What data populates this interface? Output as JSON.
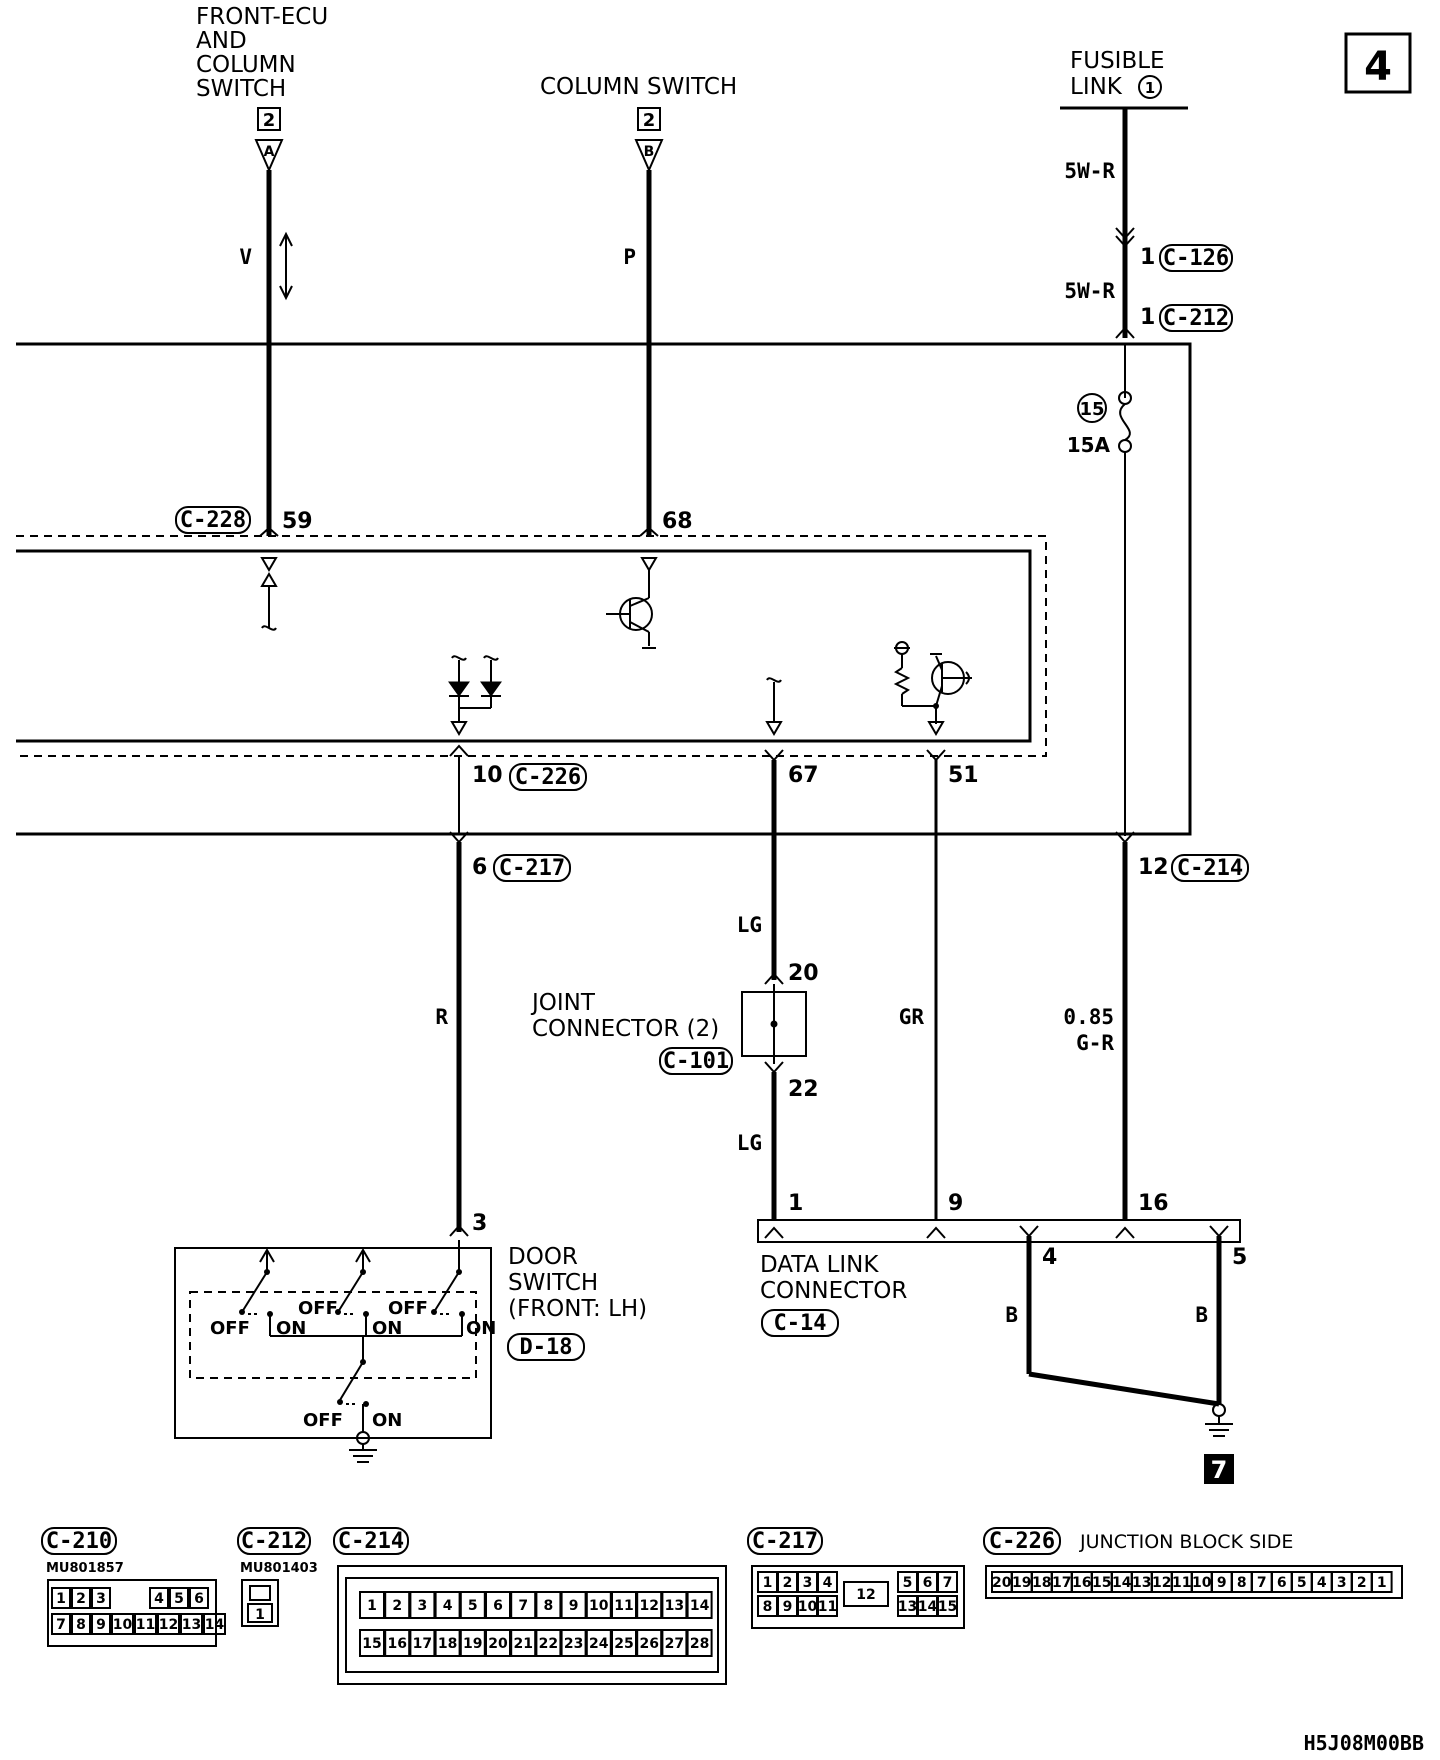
{
  "page_number": "4",
  "figure_code": "H5J08M00BB",
  "components": {
    "front_ecu": "FRONT-ECU\nAND\nCOLUMN\nSWITCH",
    "column_switch": "COLUMN SWITCH",
    "fusible_link": "FUSIBLE\nLINK",
    "fusible_link_num": "1",
    "joint_connector": "JOINT\nCONNECTOR (2)",
    "door_switch": "DOOR\nSWITCH\n(FRONT: LH)",
    "data_link": "DATA LINK\nCONNECTOR",
    "junction_block_side": "JUNCTION BLOCK SIDE"
  },
  "ref_badges": {
    "a_num": "2",
    "a_letter": "A",
    "b_num": "2",
    "b_letter": "B",
    "ground": "7"
  },
  "wires": {
    "v": "V",
    "p": "P",
    "w5r_top": "5W-R",
    "w5r_mid": "5W-R",
    "r": "R",
    "lg_top": "LG",
    "lg_bot": "LG",
    "gr": "GR",
    "gr_size": "0.85",
    "gr_color": "G-R",
    "b_left": "B",
    "b_right": "B"
  },
  "fuse": {
    "num": "15",
    "rating": "15A"
  },
  "connectors": {
    "c126": "C-126",
    "c212": "C-212",
    "c228": "C-228",
    "c226": "C-226",
    "c217": "C-217",
    "c214": "C-214",
    "c101": "C-101",
    "c14": "C-14",
    "d18": "D-18"
  },
  "pins": {
    "c126": "1",
    "c212": "1",
    "p59": "59",
    "p68": "68",
    "p10": "10",
    "p67": "67",
    "p51": "51",
    "p6": "6",
    "p12": "12",
    "p20": "20",
    "p22": "22",
    "p3": "3",
    "dl1": "1",
    "dl9": "9",
    "dl16": "16",
    "dl4": "4",
    "dl5": "5"
  },
  "switch_states": {
    "off": "OFF",
    "on": "ON"
  },
  "legend": {
    "c210": {
      "title": "C-210",
      "part": "MU801857",
      "row1": [
        "1",
        "2",
        "3",
        "",
        "4",
        "5",
        "6"
      ],
      "row2": [
        "7",
        "8",
        "9",
        "10",
        "11",
        "12",
        "13",
        "14"
      ]
    },
    "c212": {
      "title": "C-212",
      "part": "MU801403",
      "pin": "1"
    },
    "c214": {
      "title": "C-214",
      "row1": [
        "1",
        "2",
        "3",
        "4",
        "5",
        "6",
        "7",
        "8",
        "9",
        "10",
        "11",
        "12",
        "13",
        "14"
      ],
      "row2": [
        "15",
        "16",
        "17",
        "18",
        "19",
        "20",
        "21",
        "22",
        "23",
        "24",
        "25",
        "26",
        "27",
        "28"
      ]
    },
    "c217": {
      "title": "C-217",
      "row1": [
        "1",
        "2",
        "3",
        "4",
        "5",
        "6",
        "7"
      ],
      "row2": [
        "8",
        "9",
        "10",
        "11",
        "13",
        "14",
        "15"
      ],
      "center": "12"
    },
    "c226": {
      "title": "C-226",
      "row": [
        "20",
        "19",
        "18",
        "17",
        "16",
        "15",
        "14",
        "13",
        "12",
        "11",
        "10",
        "9",
        "8",
        "7",
        "6",
        "5",
        "4",
        "3",
        "2",
        "1"
      ]
    }
  }
}
